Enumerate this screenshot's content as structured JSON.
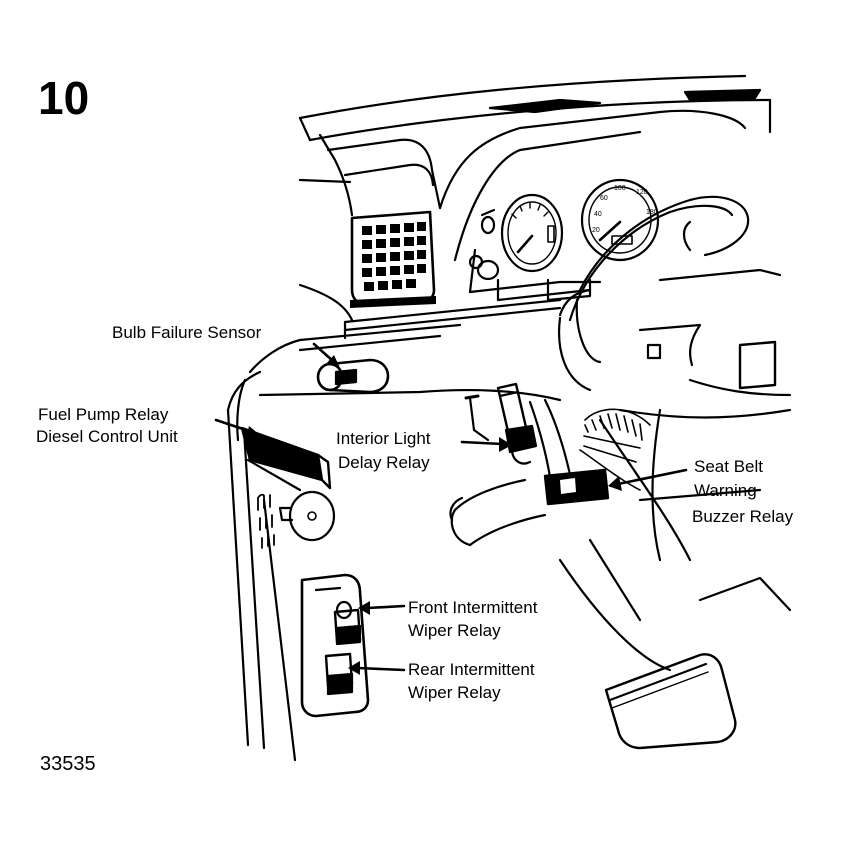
{
  "figure_number": "10",
  "figure_code": "33535",
  "labels": {
    "bulb_failure_sensor": "Bulb Failure Sensor",
    "fuel_pump_relay": "Fuel Pump Relay",
    "diesel_control_unit": "Diesel Control Unit",
    "interior_light": "Interior Light",
    "delay_relay": "Delay Relay",
    "seat_belt": "Seat Belt",
    "warning": "Warning",
    "buzzer_relay": "Buzzer Relay",
    "front_intermittent": "Front Intermittent",
    "front_wiper_relay": "Wiper Relay",
    "rear_intermittent": "Rear Intermittent",
    "rear_wiper_relay": "Wiper Relay"
  }
}
